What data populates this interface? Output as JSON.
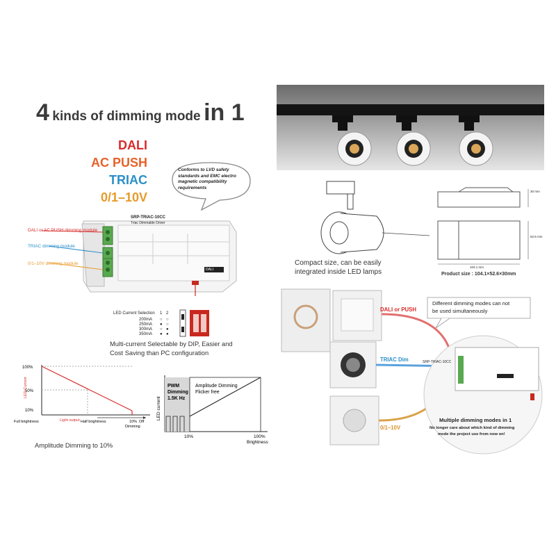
{
  "headline": {
    "number": "4",
    "text": "kinds of dimming mode",
    "suffix": "in 1"
  },
  "modes": [
    {
      "label": "DALI",
      "color": "#d92b2b"
    },
    {
      "label": "AC PUSH",
      "color": "#e8612a"
    },
    {
      "label": "TRIAC",
      "color": "#2a8fc8"
    },
    {
      "label": "0/1–10V",
      "color": "#e89a2a"
    }
  ],
  "bubble": "Conforms to LVD safety standards and EMC electro magnetic compatibility requirements",
  "module_labels": {
    "dali": "DALI or AC PUSH dimming module",
    "triac": "TRIAC dimming module",
    "v010": "0/1–10V dimming module"
  },
  "driver": {
    "model": "SRP-TRIAC-10CC",
    "subtitle": "Triac Dimmable Driver",
    "brand": "DALI"
  },
  "dip_table": {
    "title": "LED Current Selection",
    "cols": [
      "1",
      "2"
    ],
    "rows": [
      {
        "current": "200mA",
        "s1": "○",
        "s2": "○"
      },
      {
        "current": "250mA",
        "s1": "●",
        "s2": "○"
      },
      {
        "current": "300mA",
        "s1": "○",
        "s2": "●"
      },
      {
        "current": "350mA",
        "s1": "●",
        "s2": "●"
      }
    ]
  },
  "dip_caption": [
    "Multi-current Selectable by DIP, Easier and",
    "Cost Saving than PC configuration"
  ],
  "chart_left": {
    "y_ticks": [
      "100%",
      "50%",
      "10%"
    ],
    "ylabel": "LED Current",
    "x_ticks": [
      "Full brightness",
      "Half brightness",
      "10%",
      "Off"
    ],
    "annot_light": "Light output",
    "annot_dim": "Dimming",
    "caption": "Amplitude Dimming to 10%"
  },
  "chart_right": {
    "pwm": [
      "PWM",
      "Dimming",
      "1.5K Hz"
    ],
    "amp": [
      "Amplitude Dimming",
      "Flicker free"
    ],
    "ylabel": "LED current",
    "x_ticks": [
      "10%",
      "100%"
    ],
    "xlabel": "Brightness"
  },
  "compact_caption": [
    "Compact size, can be easily",
    "integrated inside LED lamps"
  ],
  "dims": {
    "side_h": "30 mm",
    "front_h": "52.6 mm",
    "len": "104.1 mm"
  },
  "product_size": "Product size : 104.1×52.6×30mm",
  "wiring": {
    "note": [
      "Different dimming modes can not",
      "be used simultaneously"
    ],
    "dali": "DALI or PUSH",
    "triac": "TRIAC  Dim",
    "v010": "0/1–10V"
  },
  "multi": {
    "title": "Multiple dimming modes in 1",
    "desc": [
      "No longer care about which kind of dimming",
      "mode the project use from now on!"
    ]
  }
}
